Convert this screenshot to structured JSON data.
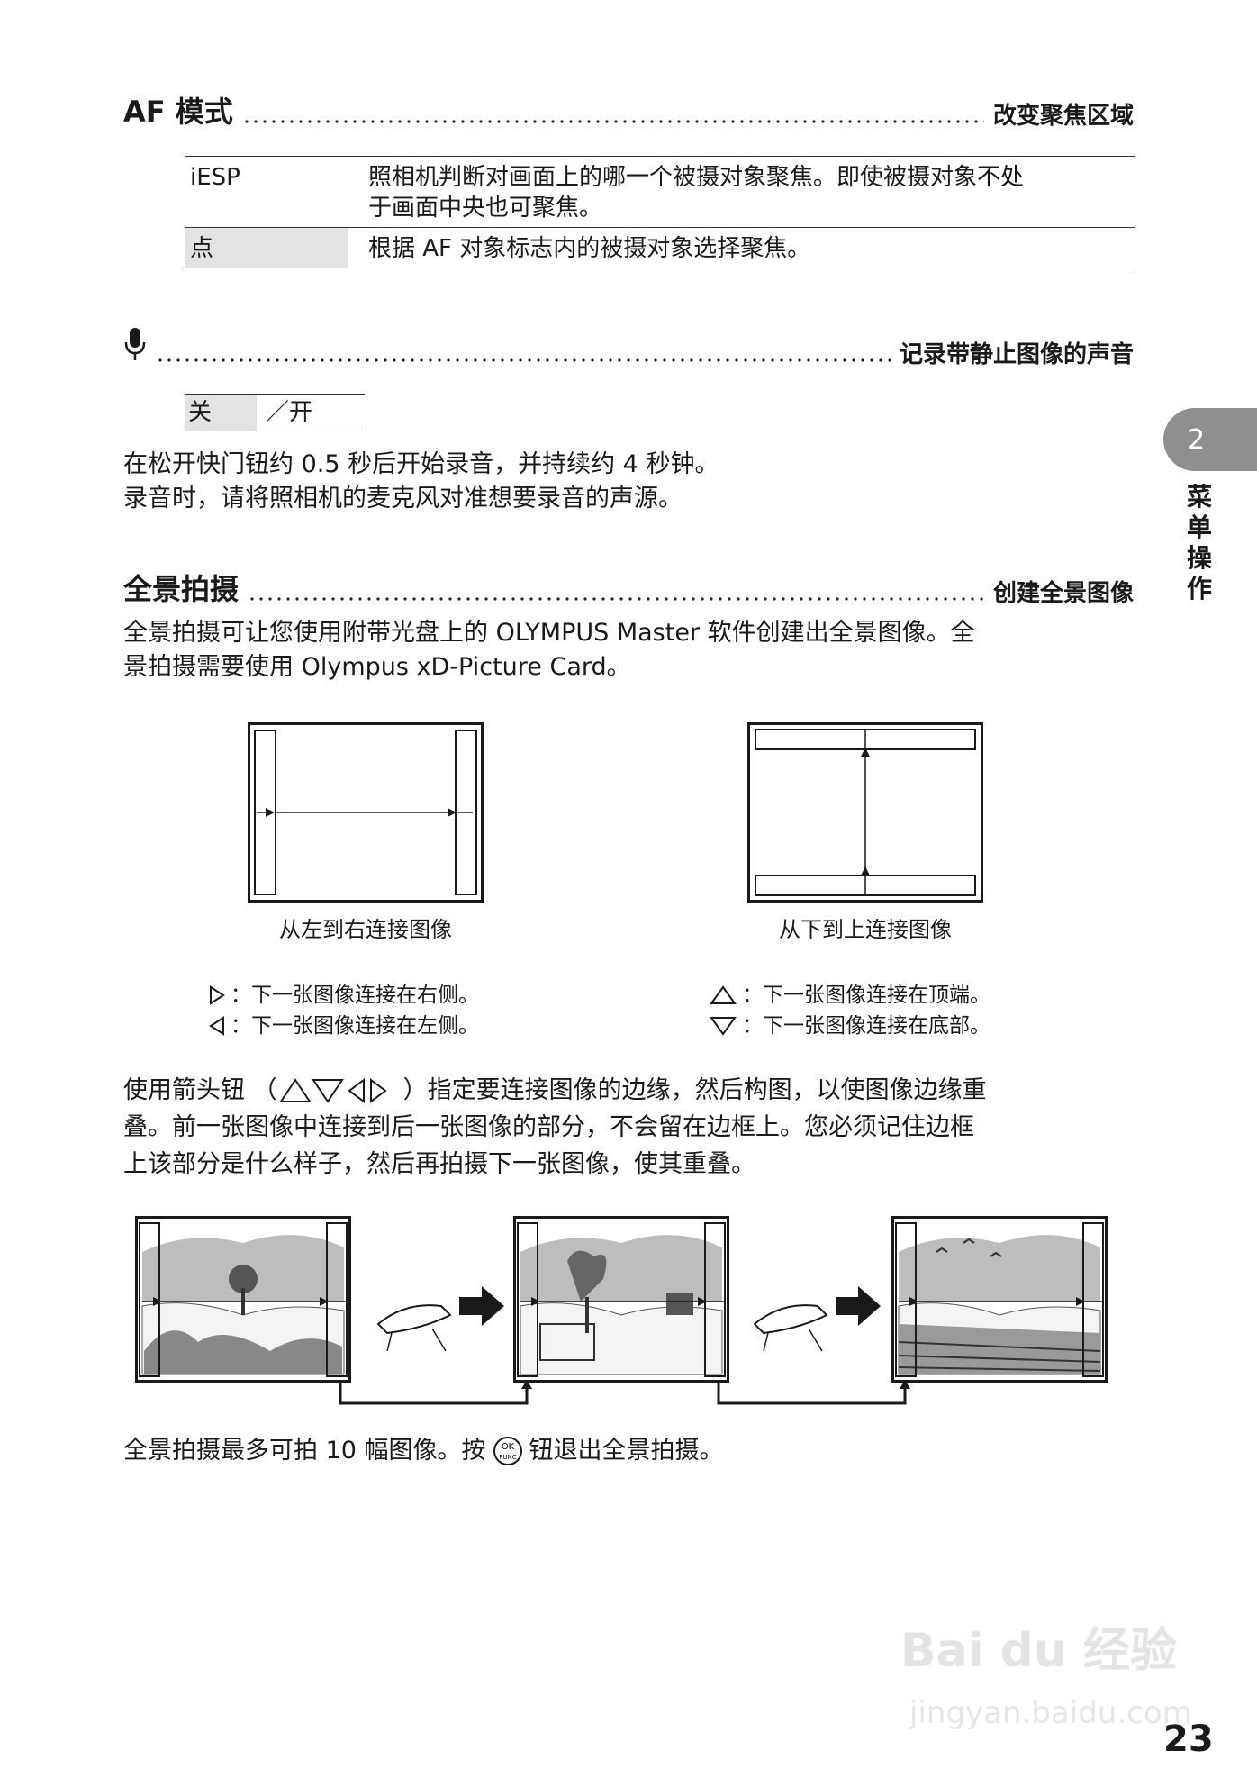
{
  "sections": {
    "af": {
      "title": "AF 模式",
      "purpose": "改变聚焦区域"
    },
    "mic": {
      "purpose": "记录带静止图像的声音"
    },
    "pano": {
      "title": "全景拍摄",
      "purpose": "创建全景图像"
    }
  },
  "af_table": [
    {
      "option": "iESP",
      "desc_lines": [
        "照相机判断对画面上的哪一个被摄对象聚焦。即使被摄对象不处",
        "于画面中央也可聚焦。"
      ]
    },
    {
      "option": "点",
      "desc_lines": [
        "根据 AF 对象标志内的被摄对象选择聚焦。"
      ]
    }
  ],
  "mic_options": {
    "off": "关",
    "on": "／开"
  },
  "mic_text": [
    "在松开快门钮约 0.5 秒后开始录音，并持续约 4 秒钟。",
    "录音时，请将照相机的麦克风对准想要录音的声源。"
  ],
  "pano_intro": [
    "全景拍摄可让您使用附带光盘上的 OLYMPUS Master 软件创建出全景图像。全",
    "景拍摄需要使用 Olympus xD-Picture Card。"
  ],
  "captions": {
    "left_right": "从左到右连接图像",
    "bottom_top": "从下到上连接图像"
  },
  "legend": {
    "right": "：下一张图像连接在右侧。",
    "left": "：下一张图像连接在左侧。",
    "up": "：下一张图像连接在顶端。",
    "down": "：下一张图像连接在底部。"
  },
  "arrow_text": [
    "使用箭头钮 （",
    "）指定要连接图像的边缘，然后构图，以使图像边缘重",
    "叠。前一张图像中连接到后一张图像的部分，不会留在边框上。您必须记住边框",
    "上该部分是什么样子，然后再拍摄下一张图像，使其重叠。"
  ],
  "final_text": {
    "before": "全景拍摄最多可拍 10 幅图像。按",
    "after": "钮退出全景拍摄。"
  },
  "ok_button": {
    "top": "OK",
    "bottom": "FUNC"
  },
  "side_tab": {
    "number": "2",
    "label": "菜单操作"
  },
  "page_number": "23",
  "watermark": {
    "brand": "Bai du 经验",
    "url": "jingyan.baidu.com"
  }
}
